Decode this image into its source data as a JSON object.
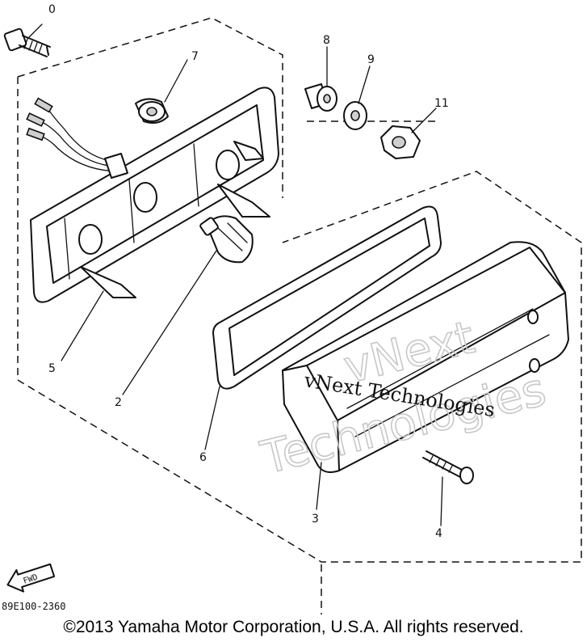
{
  "callouts": {
    "c0": "0",
    "c7": "7",
    "c8": "8",
    "c9": "9",
    "c11": "11",
    "c5": "5",
    "c2": "2",
    "c6": "6",
    "c3": "3",
    "c4": "4"
  },
  "fwd_label": "FWD",
  "part_code": "89E100-2360",
  "watermark": {
    "outline_line1": "vNext",
    "outline_line2": "Technologies",
    "serif_text": "vNext Technologies"
  },
  "copyright": "©2013 Yamaha Motor Corporation, U.S.A. All rights reserved."
}
